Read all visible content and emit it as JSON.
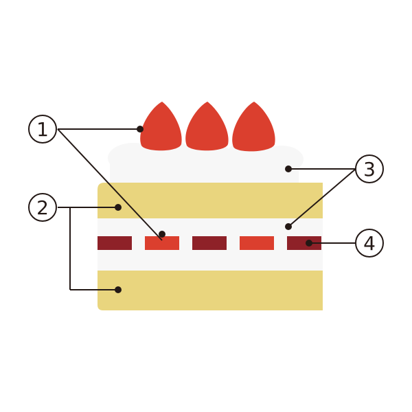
{
  "diagram": {
    "markers": [
      {
        "id": "1",
        "label": "①"
      },
      {
        "id": "2",
        "label": "②"
      },
      {
        "id": "3",
        "label": "③"
      },
      {
        "id": "4",
        "label": "④"
      }
    ]
  },
  "colors": {
    "sponge": "#E9D57E",
    "cream": "#F7F7F7",
    "strawberry": "#DB3F2E",
    "jam_dark": "#8E2128",
    "line": "#231815",
    "marker_bg": "#FFFFFF"
  }
}
